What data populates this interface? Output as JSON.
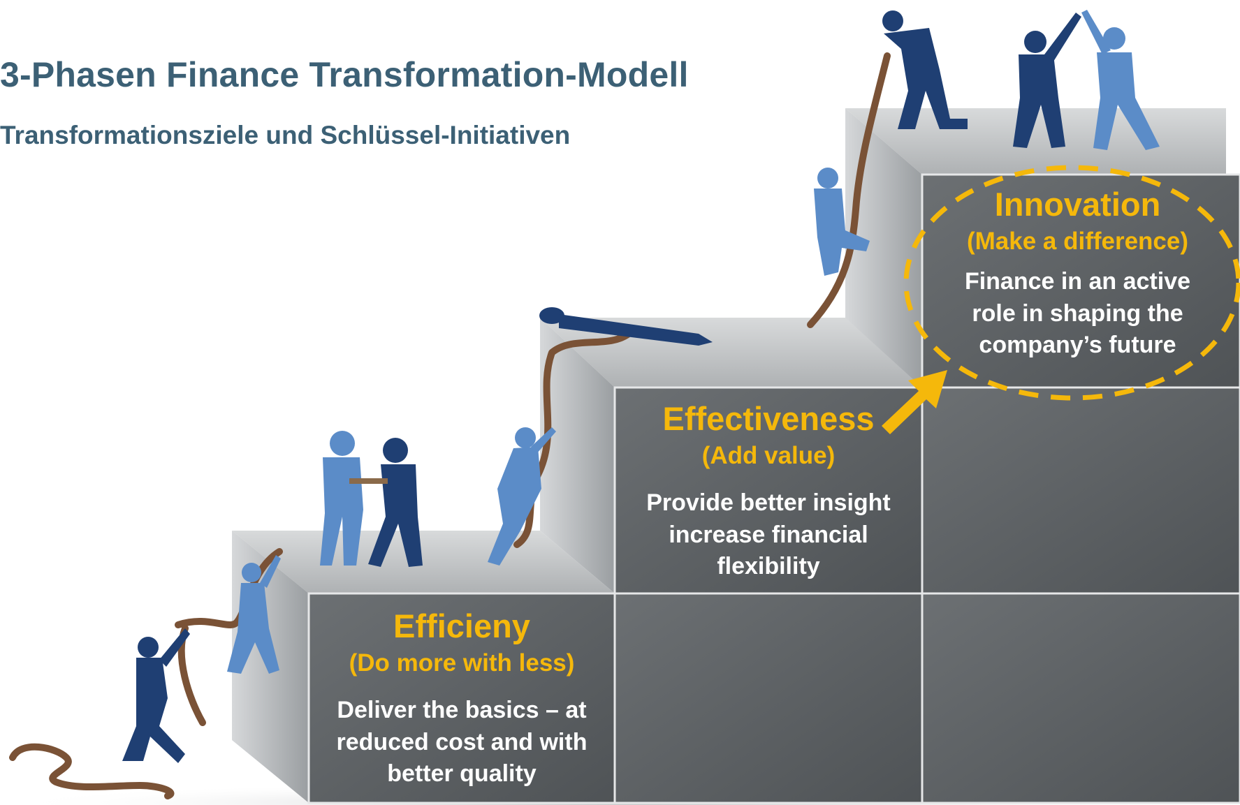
{
  "header": {
    "title": "3-Phasen Finance Transformation-Modell",
    "subtitle": "Transformationsziele und Schlüssel-Initiativen"
  },
  "phases": [
    {
      "name": "Efficieny",
      "tagline": "(Do more with less)",
      "description": "Deliver the basics – at reduced cost and with better quality"
    },
    {
      "name": "Effectiveness",
      "tagline": "(Add value)",
      "description": "Provide better insight increase financial flexibility"
    },
    {
      "name": "Innovation",
      "tagline": "(Make a difference)",
      "description": "Finance in an active role in shaping the company’s future"
    }
  ],
  "colors": {
    "accent": "#f5b80b",
    "title": "#3c6075",
    "figure_dark": "#1f3f73",
    "figure_light": "#5b8cc8",
    "rope": "#7a5236",
    "block_face": "#5f6366",
    "block_top": "#c4c6c8"
  },
  "icons": {
    "arrow": "thick-arrow-up-right",
    "highlight": "dashed-ellipse"
  }
}
